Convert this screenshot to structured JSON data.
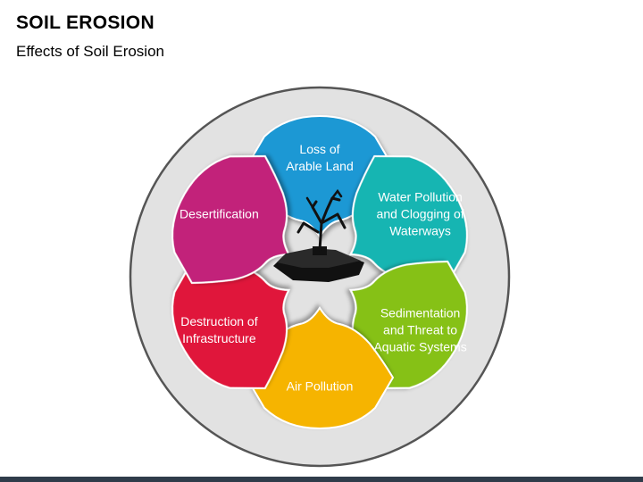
{
  "header": {
    "title": "SOIL EROSION",
    "subtitle": "Effects of Soil Erosion"
  },
  "colors": {
    "circle_fill": "#e2e2e2",
    "circle_stroke": "#555555",
    "arable": "#1a98d4",
    "water": "#12b5b2",
    "sediment": "#86c118",
    "air": "#f6b400",
    "infrastructure": "#e0173a",
    "desert": "#c2227a",
    "bottom_bar": "#2f3c4a"
  },
  "effects": [
    {
      "id": "arable",
      "label": "Loss of\nArable Land"
    },
    {
      "id": "water",
      "label": "Water Pollution\nand Clogging of\nWaterways"
    },
    {
      "id": "sediment",
      "label": "Sedimentation\nand Threat to\nAquatic Systems"
    },
    {
      "id": "air",
      "label": "Air Pollution"
    },
    {
      "id": "infrastructure",
      "label": "Destruction of\nInfrastructure"
    },
    {
      "id": "desert",
      "label": "Desertification"
    }
  ],
  "center_icon": "dead-tree-icon"
}
